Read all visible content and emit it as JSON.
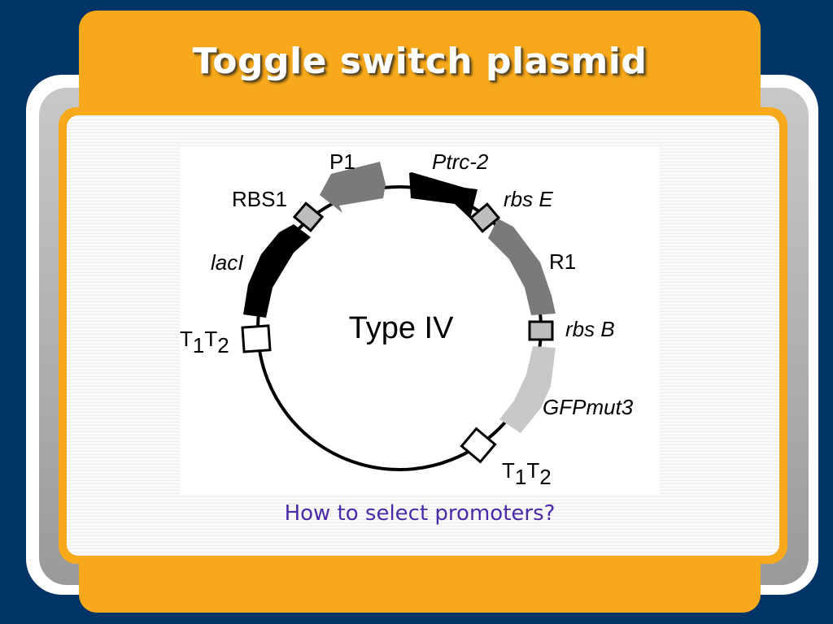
{
  "slide": {
    "title": "Toggle switch plasmid",
    "caption": "How to select promoters?"
  },
  "colors": {
    "background": "#003366",
    "frame_orange": "#f7a81b",
    "caption_text": "#4b2aa8",
    "gene_black": "#000000",
    "gene_dark_gray": "#7a7a7a",
    "gene_light_gray": "#c8c8c8",
    "rbs_gray": "#bdbdbd"
  },
  "plasmid": {
    "center_label": "Type IV",
    "labels": {
      "p1": "P1",
      "ptrc2": "Ptrc-2",
      "rbs_e": "rbs E",
      "r1": "R1",
      "rbs_b": "rbs B",
      "gfp": "GFPmut3",
      "rbs1": "RBS1",
      "laci": "lacI",
      "terminator_t1": "T",
      "terminator_sub1": "1",
      "terminator_t2": "T",
      "terminator_sub2": "2"
    }
  }
}
